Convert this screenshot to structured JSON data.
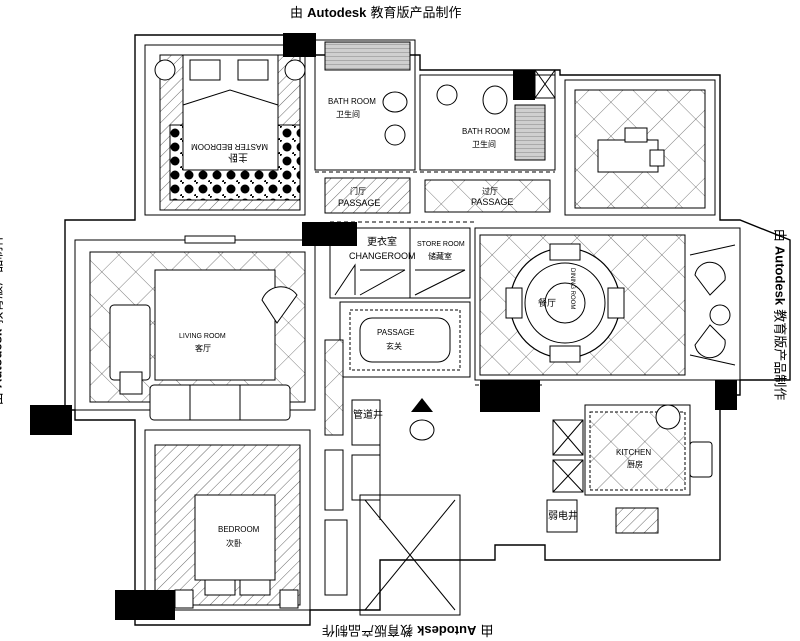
{
  "watermark": {
    "prefix": "由",
    "brand": "Autodesk",
    "suffix": "教育版产品制作"
  },
  "rooms": {
    "master_bedroom": {
      "en": "MASTER BEDROOM",
      "cn": "主卧"
    },
    "bath_1": {
      "en": "BATH ROOM",
      "cn": "卫生间"
    },
    "bath_2": {
      "en": "BATH ROOM",
      "cn": "卫生间"
    },
    "passage_1": {
      "en": "PASSAGE",
      "cn": "门厅"
    },
    "passage_2": {
      "en": "PASSAGE",
      "cn": "过厅"
    },
    "changeroom": {
      "en": "CHANGEROOM",
      "cn": "更衣室"
    },
    "store_room": {
      "en": "STORE ROOM",
      "cn": "储藏室"
    },
    "passage_3": {
      "en": "PASSAGE",
      "cn": "玄关"
    },
    "living_room": {
      "en": "LIVING ROOM",
      "cn": "客厅"
    },
    "dining_room": {
      "en": "DINING ROOM",
      "cn": "餐厅"
    },
    "pipe_shaft": {
      "cn": "管道井"
    },
    "weak_shaft": {
      "cn": "弱电井"
    },
    "kitchen": {
      "en": "KITCHEN",
      "cn": "厨房"
    },
    "bedroom": {
      "en": "BEDROOM",
      "cn": "次卧"
    }
  },
  "colors": {
    "line": "#000000",
    "fill": "#ffffff",
    "glass": "#cfcfcf"
  }
}
